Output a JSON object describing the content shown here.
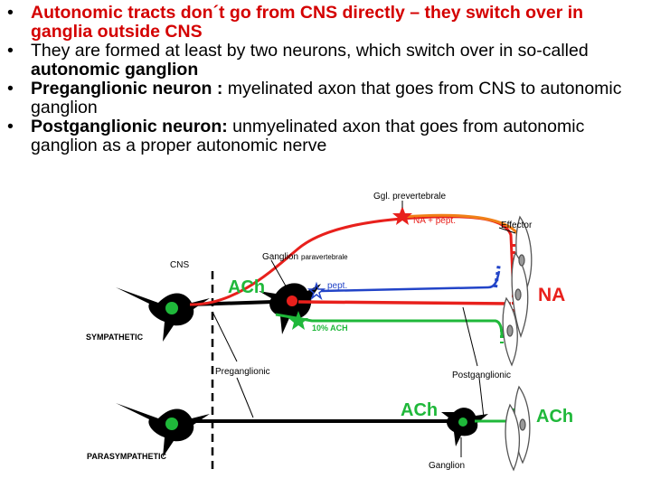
{
  "bullets": [
    {
      "parts": [
        {
          "text": "Autonomic tracts don´t go from CNS directly – they switch over in ganglia outside CNS",
          "style": "red"
        }
      ]
    },
    {
      "parts": [
        {
          "text": "They are formed at least by two neurons, which switch over in so-called ",
          "style": "normal"
        },
        {
          "text": "autonomic ganglion",
          "style": "bold"
        }
      ]
    },
    {
      "parts": [
        {
          "text": "Preganglionic neuron : ",
          "style": "bold"
        },
        {
          "text": "myelinated axon that goes from CNS to autonomic ganglion",
          "style": "normal"
        }
      ]
    },
    {
      "parts": [
        {
          "text": "Postganglionic neuron: ",
          "style": "bold"
        },
        {
          "text": "unmyelinated axon that goes from autonomic ganglion as a proper autonomic nerve",
          "style": "normal"
        }
      ]
    }
  ],
  "bullet_glyph": "•",
  "diagram": {
    "labels": {
      "cns": "CNS",
      "sympathetic": "SYMPATHETIC",
      "parasympathetic": "PARASYMPATHETIC",
      "ganglion_paravertebrale_1": "Ganglion",
      "ganglion_paravertebrale_2": "paravertebrale",
      "ggl_prevertebrale": "Ggl. prevertebrale",
      "effector": "Effector",
      "na_pept": "NA + pept.",
      "pept": "pept.",
      "ach_10": "10% ACH",
      "na": "NA",
      "preganglionic": "Preganglionic",
      "postganglionic": "Postganglionic",
      "ganglion_bottom": "Ganglion",
      "ach_symp": "ACh",
      "ach_para_ganglion": "ACh",
      "ach_para_effector": "ACh"
    },
    "colors": {
      "red": "#e8201c",
      "green": "#1fb83a",
      "blue": "#2244c8",
      "orange": "#f08018",
      "black": "#000000"
    }
  }
}
